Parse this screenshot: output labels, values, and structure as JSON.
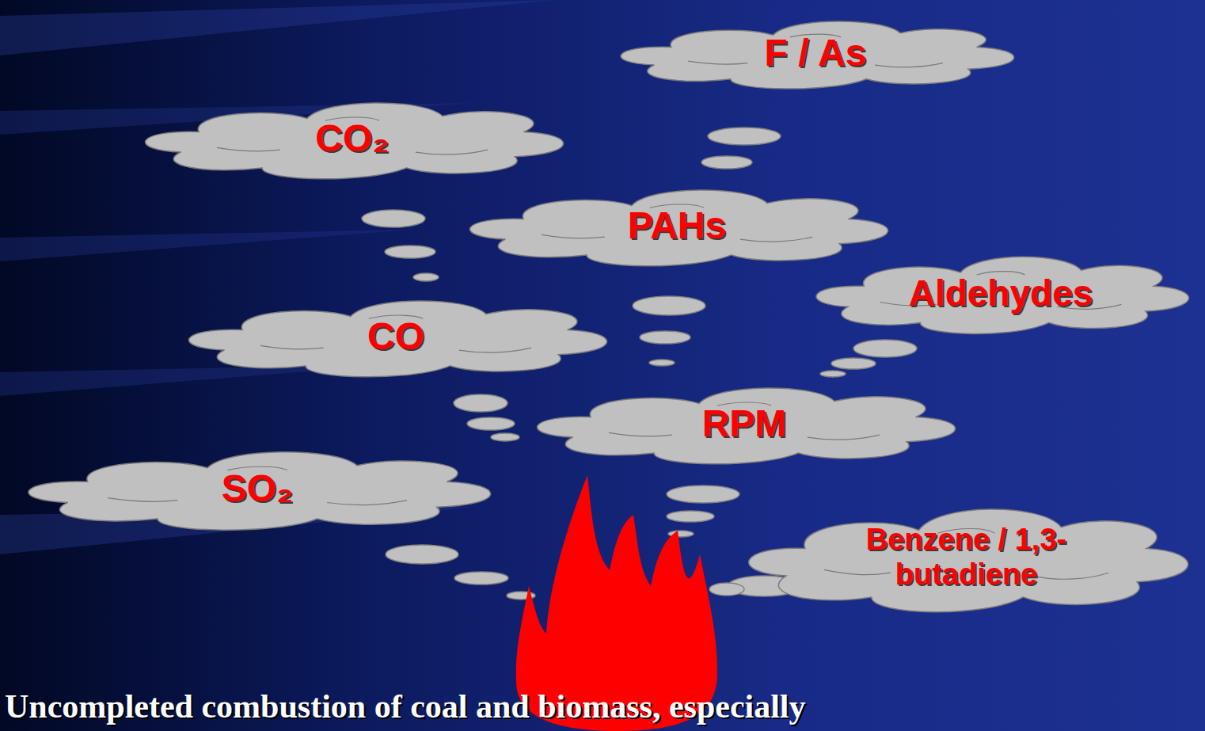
{
  "diagram": {
    "caption": "Uncompleted combustion of coal and biomass, especially",
    "nodes": [
      {
        "text": [
          "F / As"
        ]
      },
      {
        "text": [
          "CO₂"
        ]
      },
      {
        "text": [
          "PAHs"
        ]
      },
      {
        "text": [
          "Aldehydes"
        ]
      },
      {
        "text": [
          "CO"
        ]
      },
      {
        "text": [
          "RPM"
        ]
      },
      {
        "text": [
          "SO₂"
        ]
      },
      {
        "text": [
          "Benzene / 1,3-butadiene"
        ]
      }
    ]
  }
}
